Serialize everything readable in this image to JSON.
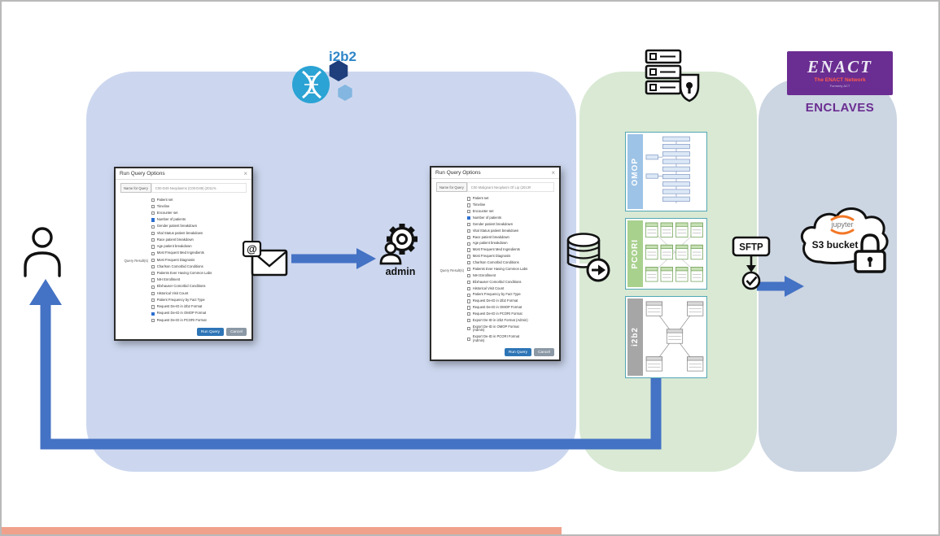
{
  "labels": {
    "i2b2_logo": "i2b2",
    "admin": "admin",
    "sftp": "SFTP",
    "s3_bucket": "S3 bucket",
    "jupyter": "jupyter",
    "at_badge": "@",
    "enclaves": "ENCLAVES"
  },
  "enact_logo": {
    "title": "ENACT",
    "subtitle": "The ENACT Network",
    "tagline": "Formerly ACT"
  },
  "models": {
    "omop": "OMOP",
    "pcori": "PCORI",
    "i2b2": "i2b2"
  },
  "colors": {
    "arrow_blue": "#4472c4",
    "panel_blue": "#ccd7ef",
    "panel_green": "#d9e9d4",
    "panel_gray": "#ccd5e2",
    "enact_purple": "#6a2d91",
    "i2b2_blue": "#2e86c8",
    "omop_band": "#9dc3e6",
    "pcori_band": "#a9d18e",
    "i2b2_band": "#a6a6a6",
    "checkbox_checked": "#2d6fd1",
    "run_button_blue": "#2e75b6",
    "bottom_strip": "#f0a18c",
    "jupyter_orange": "#f37726"
  },
  "dialog1": {
    "title": "Run Query Options",
    "close": "×",
    "name_label": "Name for Query",
    "name_value": "C00-D49 Neoplasms (C00-D49) (2011%",
    "results_label": "Query Result(s)",
    "run_button": "Run Query",
    "cancel_button": "Cancel",
    "options": [
      {
        "label": "Patient set",
        "checked": false
      },
      {
        "label": "Timeline",
        "checked": false
      },
      {
        "label": "Encounter set",
        "checked": false
      },
      {
        "label": "Number of patients",
        "checked": true
      },
      {
        "label": "Gender patient breakdown",
        "checked": false
      },
      {
        "label": "Vital Status patient breakdown",
        "checked": false
      },
      {
        "label": "Race patient breakdown",
        "checked": false
      },
      {
        "label": "Age patient breakdown",
        "checked": false
      },
      {
        "label": "Most Frequent Med Ingredients",
        "checked": false
      },
      {
        "label": "Most Frequent Diagnosis",
        "checked": false
      },
      {
        "label": "Charlson Comorbid Conditions",
        "checked": false
      },
      {
        "label": "Patients Ever Having Common Labs",
        "checked": false
      },
      {
        "label": "NIH Enrollment",
        "checked": false
      },
      {
        "label": "Elixhauser Comorbid Conditions",
        "checked": false
      },
      {
        "label": "Historical Visit Count",
        "checked": false
      },
      {
        "label": "Patient Frequency by Fact Type",
        "checked": false
      },
      {
        "label": "Request De-ID in i2b2 Format",
        "checked": false
      },
      {
        "label": "Request De-ID in OMOP Format",
        "checked": true
      },
      {
        "label": "Request De-ID in PCORI Format",
        "checked": false
      }
    ]
  },
  "dialog2": {
    "title": "Run Query Options",
    "close": "×",
    "name_label": "Name for Query",
    "name_value": "C00 Malignant Neoplasm Of Lip (2013#",
    "results_label": "Query Result(s)",
    "run_button": "Run Query",
    "cancel_button": "Cancel",
    "options": [
      {
        "label": "Patient set",
        "checked": false
      },
      {
        "label": "Timeline",
        "checked": false
      },
      {
        "label": "Encounter set",
        "checked": false
      },
      {
        "label": "Number of patients",
        "checked": true
      },
      {
        "label": "Gender patient breakdown",
        "checked": false
      },
      {
        "label": "Vital Status patient breakdown",
        "checked": false
      },
      {
        "label": "Race patient breakdown",
        "checked": false
      },
      {
        "label": "Age patient breakdown",
        "checked": false
      },
      {
        "label": "Most Frequent Med Ingredients",
        "checked": false
      },
      {
        "label": "Most Frequent Diagnosis",
        "checked": false
      },
      {
        "label": "Charlson Comorbid Conditions",
        "checked": false
      },
      {
        "label": "Patients Ever Having Common Labs",
        "checked": false
      },
      {
        "label": "NIH Enrollment",
        "checked": false
      },
      {
        "label": "Elixhauser Comorbid Conditions",
        "checked": false
      },
      {
        "label": "Historical Visit Count",
        "checked": false
      },
      {
        "label": "Patient Frequency by Fact Type",
        "checked": false
      },
      {
        "label": "Request De-ID in i2b2 Format",
        "checked": false
      },
      {
        "label": "Request De-ID in OMOP Format",
        "checked": false
      },
      {
        "label": "Request De-ID in PCORI Format",
        "checked": false
      },
      {
        "label": "Export De-ID in i2b2 Format (Admin)",
        "checked": false
      },
      {
        "label": "Export De-ID in OMOP Format (Admin)",
        "checked": false
      },
      {
        "label": "Export De-ID in PCORI Format (Admin)",
        "checked": false
      }
    ]
  }
}
